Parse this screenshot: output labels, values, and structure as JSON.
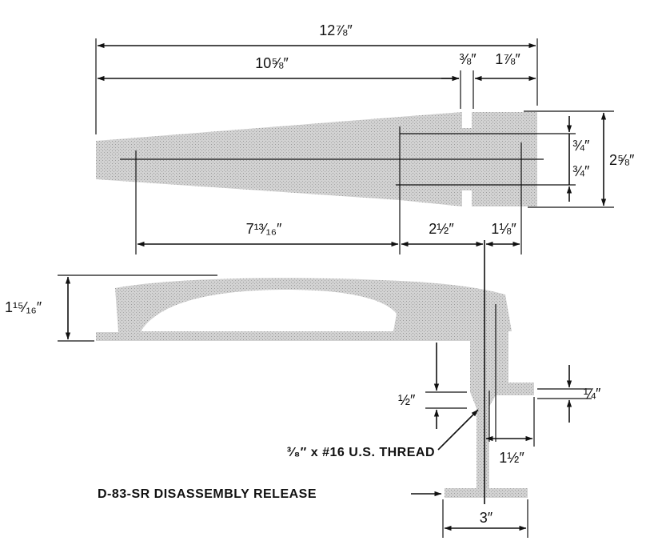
{
  "dimensions": {
    "overall_length": "12⅞″",
    "arm_length": "10⅝″",
    "slot_width": "⅜″",
    "tip_length": "1⅞″",
    "upper_offset": "¾″",
    "lower_offset": "¾″",
    "arm_width": "2⅝″",
    "hole_distance": "7¹³⁄₁₆″",
    "mid_distance": "2½″",
    "post_offset": "1⅛″",
    "side_height": "1¹⁵⁄₁₆″",
    "collar_gap": "½″",
    "flange_thickness": "¼″",
    "post_to_flange": "1½″",
    "base_width": "3″"
  },
  "callouts": {
    "thread": "³⁄₈″ x #16 U.S. THREAD",
    "release": "D-83-SR  DISASSEMBLY RELEASE"
  }
}
